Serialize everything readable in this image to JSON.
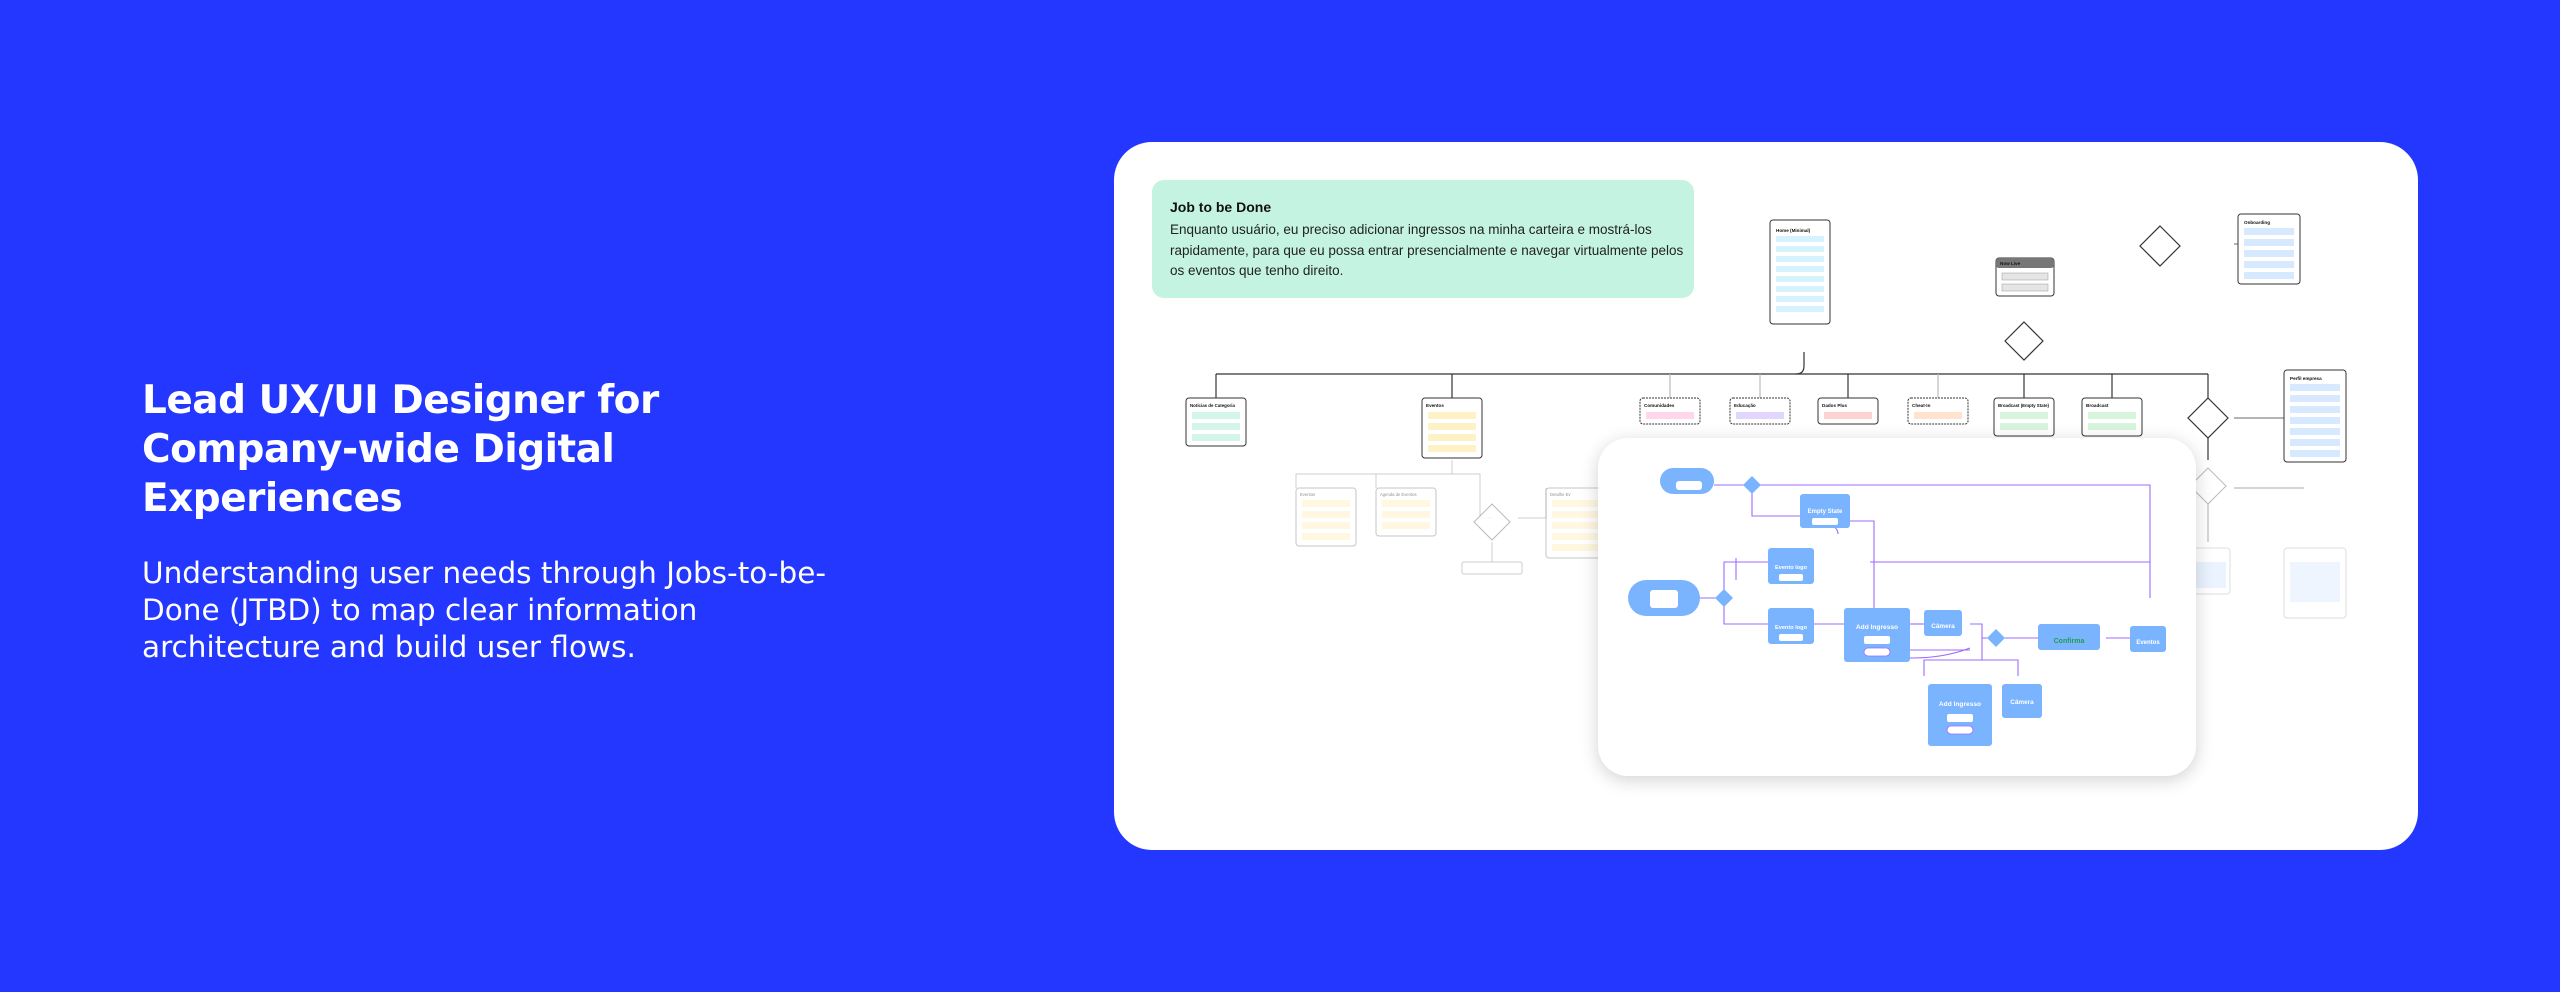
{
  "hero": {
    "title": "Lead UX/UI Designer for Company-wide Digital Experiences",
    "description": "Understanding user needs through Jobs-to-be-Done (JTBD) to map clear information architecture and build user flows."
  },
  "jtbd": {
    "title": "Job to be Done",
    "body": "Enquanto usuário, eu preciso adicionar ingressos na minha carteira e mostrá-los rapidamente, para que eu possa entrar presencialmente e navegar virtualmente pelos os eventos que tenho direito."
  },
  "colors": {
    "background": "#2337FF",
    "card": "#FFFFFF",
    "jtbd_fill": "#C4F4E1",
    "flow_node": "#7AB4FF",
    "flow_line": "#9C6BFF"
  },
  "diagram": {
    "nodes": [
      {
        "label": "Home (Minimal)"
      },
      {
        "label": "Noticias de Categoria"
      },
      {
        "label": "Eventos"
      },
      {
        "label": "Comunidades"
      },
      {
        "label": "Educação"
      },
      {
        "label": "Dados Plus"
      },
      {
        "label": "Cheat-In"
      },
      {
        "label": "Broadcast (Empty State)"
      },
      {
        "label": "Broadcast"
      },
      {
        "label": "Now Live"
      },
      {
        "label": "Onboarding"
      },
      {
        "label": "Perfil empresa"
      },
      {
        "label": "Eventos"
      },
      {
        "label": "Agenda de Eventos"
      },
      {
        "label": "Detalhe Ev"
      }
    ],
    "flow_nodes": [
      {
        "label": "Confirma"
      },
      {
        "label": "Eventos"
      },
      {
        "label": "Add Ingresso"
      },
      {
        "label": "Câmera"
      },
      {
        "label": "Empty State"
      },
      {
        "label": "Evento logo"
      }
    ]
  }
}
